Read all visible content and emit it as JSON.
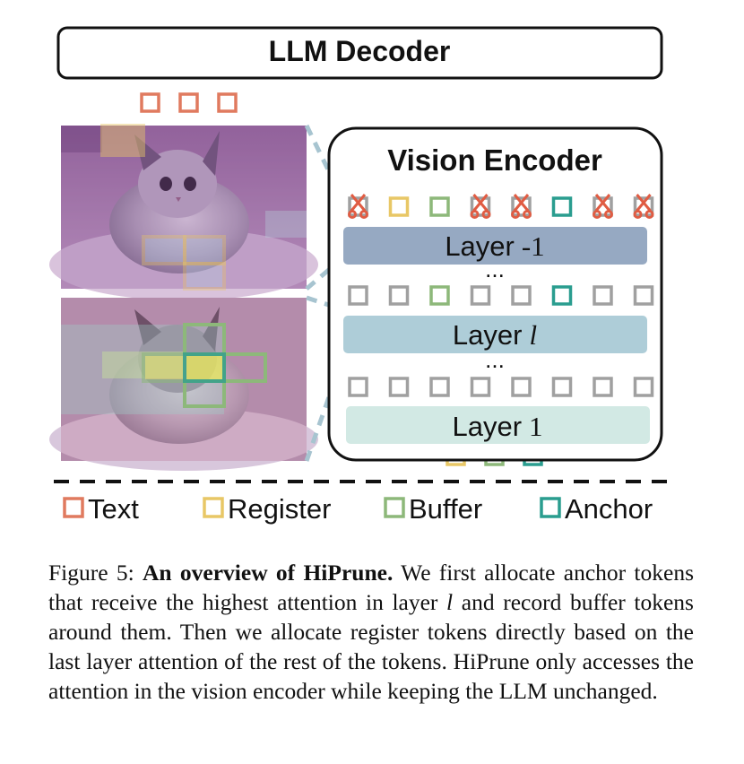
{
  "decoder": {
    "label": "LLM Decoder"
  },
  "encoder": {
    "title": "Vision Encoder",
    "layer_top": {
      "word": "Layer",
      "index": "-1"
    },
    "layer_mid": {
      "word": "Layer",
      "index": "l"
    },
    "layer_bot": {
      "word": "Layer",
      "index": "1"
    },
    "ellipsis": "...",
    "row_top_tokens": [
      "pruned",
      "register",
      "buffer",
      "pruned",
      "pruned",
      "anchor",
      "pruned",
      "pruned"
    ],
    "row_mid_tokens": [
      "plain",
      "plain",
      "buffer",
      "plain",
      "plain",
      "anchor",
      "plain",
      "plain"
    ],
    "row_bot_tokens": [
      "plain",
      "plain",
      "plain",
      "plain",
      "plain",
      "plain",
      "plain",
      "plain"
    ]
  },
  "decoder_inputs": {
    "text_tokens": [
      "text",
      "text",
      "text"
    ],
    "visual_tokens": [
      "register",
      "buffer",
      "anchor"
    ]
  },
  "legend": {
    "text": "Text",
    "register": "Register",
    "buffer": "Buffer",
    "anchor": "Anchor"
  },
  "colors": {
    "text": "#e07a5f",
    "register": "#e8c766",
    "buffer": "#8db87a",
    "anchor": "#2a9d8f",
    "plain": "#a0a0a0",
    "layer_top": "#96a9c2",
    "layer_mid": "#aecdd8",
    "layer_bot": "#d2e9e4",
    "cut": "#e05c43"
  },
  "caption": {
    "fig": "Figure 5:",
    "bold": "An overview of HiPrune.",
    "t1": "We first allocate anchor tokens that receive the highest attention in layer",
    "var": "l",
    "t2": "and record buffer tokens around them. Then we allocate register tokens directly based on the last layer attention of the rest of the tokens. HiPrune only accesses the attention in the vision encoder while keeping the LLM unchanged."
  }
}
